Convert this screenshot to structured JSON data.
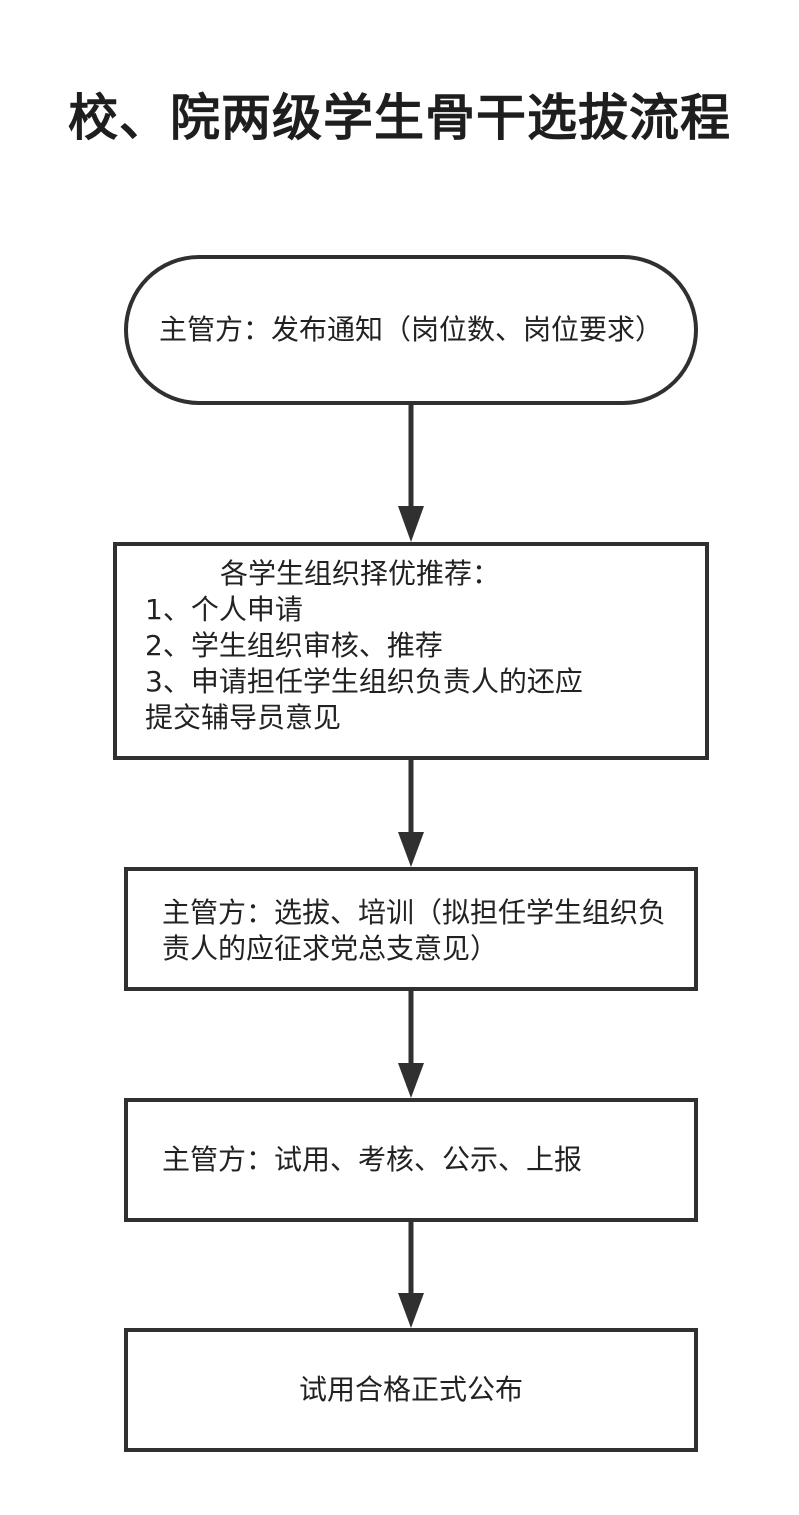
{
  "title": "校、院两级学生骨干选拔流程",
  "nodes": [
    {
      "text": "主管方：发布通知（岗位数、岗位要求）"
    },
    {
      "heading": "各学生组织择优推荐：",
      "lines": [
        "1、个人申请",
        "2、学生组织审核、推荐",
        "3、申请担任学生组织负责人的还应",
        "提交辅导员意见"
      ]
    },
    {
      "text": "主管方：选拔、培训（拟担任学生组织负责人的应征求党总支意见）"
    },
    {
      "text": "主管方：试用、考核、公示、上报"
    },
    {
      "text": "试用合格正式公布"
    }
  ],
  "colors": {
    "stroke": "#303030",
    "text": "#222222",
    "background": "#ffffff"
  }
}
